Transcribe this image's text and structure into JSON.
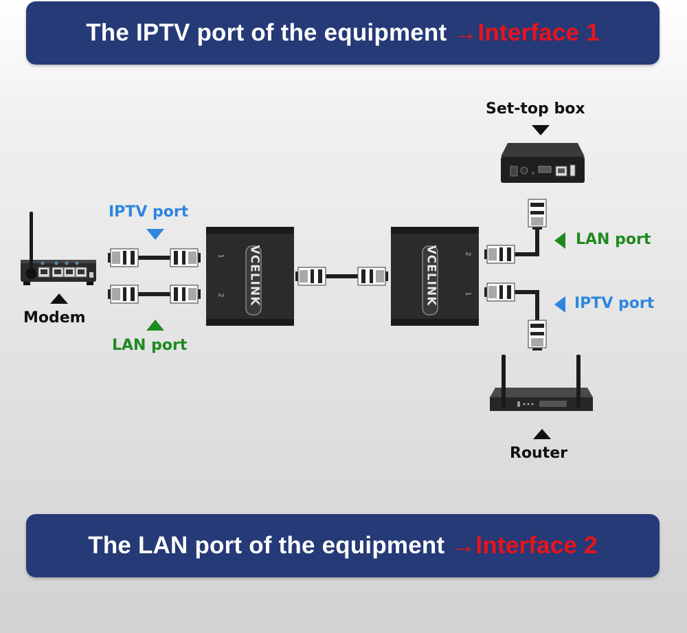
{
  "banners": {
    "top": {
      "text": "The IPTV port of the equipment ",
      "accent": "→Interface 1"
    },
    "bottom": {
      "text": "The LAN port of the equipment ",
      "accent": "→Interface 2"
    }
  },
  "devices": {
    "modem": {
      "label": "Modem",
      "icon": "modem-icon"
    },
    "set_top_box": {
      "label": "Set-top box",
      "icon": "set-top-box-icon"
    },
    "router": {
      "label": "Router",
      "icon": "router-icon"
    },
    "splitter_left": {
      "brand": "VCELINK",
      "port1": "1",
      "port2": "2",
      "icon": "splitter-icon"
    },
    "splitter_right": {
      "brand": "VCELINK",
      "port1": "1",
      "port2": "2",
      "icon": "splitter-icon"
    }
  },
  "port_labels": {
    "left_iptv": "IPTV port",
    "left_lan": "LAN port",
    "right_lan": "LAN port",
    "right_iptv": "IPTV port"
  },
  "colors": {
    "banner_bg": "#253a76",
    "accent_red": "#e8141b",
    "iptv_blue": "#2e86de",
    "lan_green": "#1f8a1f"
  }
}
